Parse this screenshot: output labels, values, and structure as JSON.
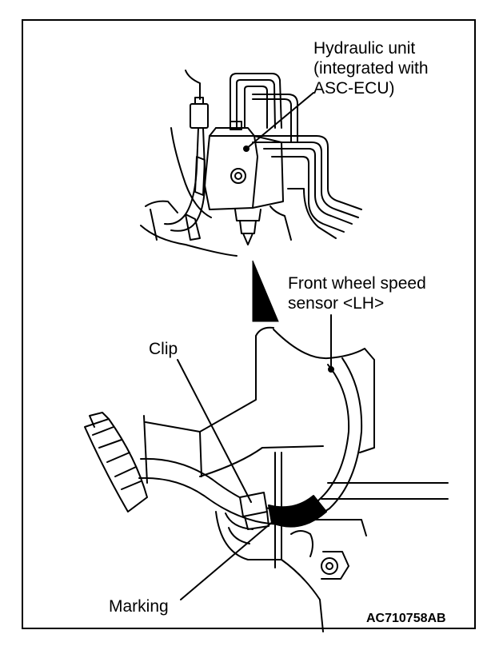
{
  "labels": {
    "hydraulic_unit": [
      "Hydraulic unit",
      "(integrated with",
      "ASC-ECU)"
    ],
    "front_wheel_speed_sensor": [
      "Front wheel speed",
      "sensor <LH>"
    ],
    "clip": "Clip",
    "marking": "Marking"
  },
  "figure_code": "AC710758AB"
}
